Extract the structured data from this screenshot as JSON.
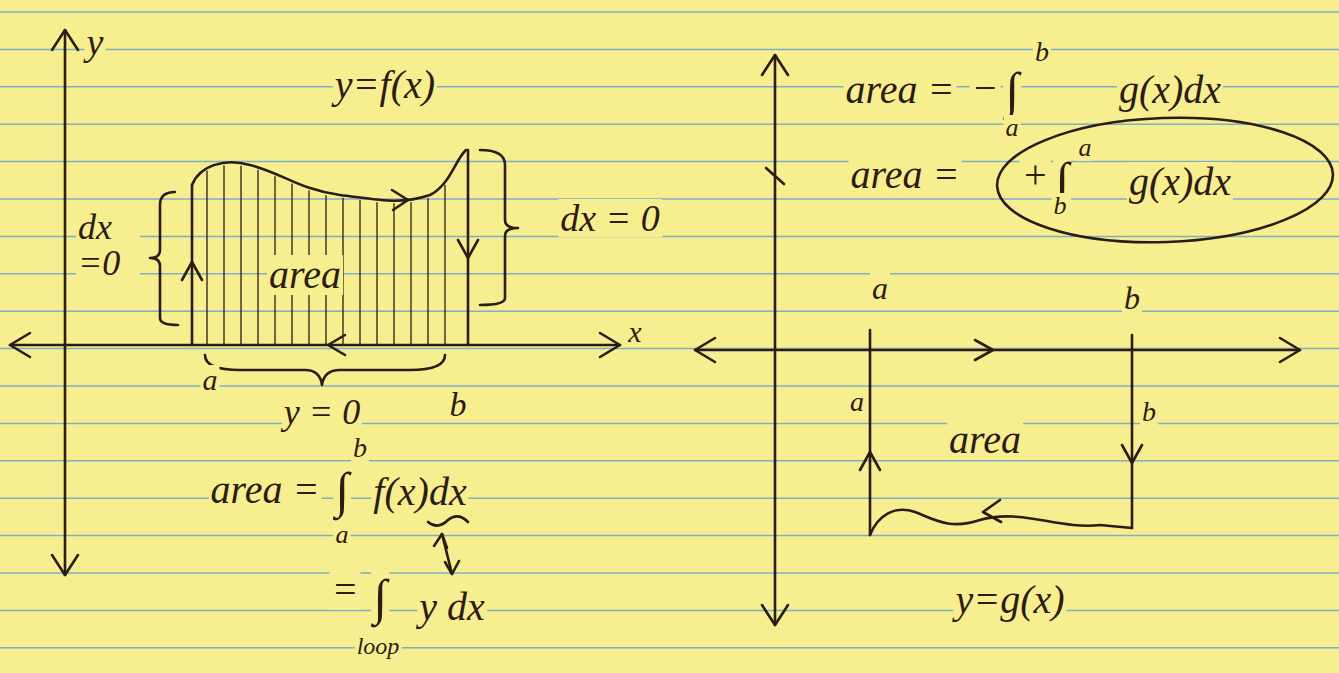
{
  "diagram": {
    "labels": [
      "y",
      "y=f(x)",
      "dx =0",
      "area",
      "dx = 0",
      "x",
      "a",
      "y = 0",
      "b",
      "area =",
      "∫",
      "b",
      "a",
      "f(x)dx",
      "=",
      "∫",
      "loop",
      "y dx",
      "area =",
      "−",
      "∫",
      "b",
      "a",
      "g(x)dx",
      "area =",
      "+",
      "∫",
      "a",
      "b",
      "g(x)dx",
      "a",
      "b",
      "a",
      "b",
      "area",
      "y=g(x)"
    ]
  }
}
